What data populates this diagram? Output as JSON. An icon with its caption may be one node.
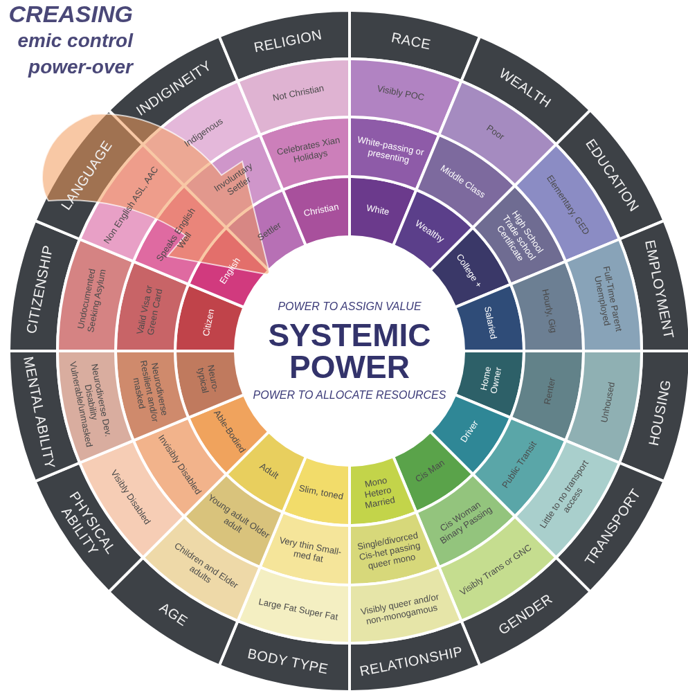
{
  "diagram": {
    "nodes": [
      {
        "text": [
          "POWER TO ASSIGN VALUE",
          "SYSTEMIC POWER",
          "POWER TO ALLOCATE RESOURCES"
        ]
      },
      {
        "text": [
          "RACE"
        ]
      },
      {
        "text": [
          "White"
        ]
      },
      {
        "text": [
          "White-passing or presenting"
        ]
      },
      {
        "text": [
          "Visibly POC"
        ]
      },
      {
        "text": [
          "WEALTH"
        ]
      },
      {
        "text": [
          "Wealthy"
        ]
      },
      {
        "text": [
          "Middle Class"
        ]
      },
      {
        "text": [
          "Poor"
        ]
      },
      {
        "text": [
          "EDUCATION"
        ]
      },
      {
        "text": [
          "College +"
        ]
      },
      {
        "text": [
          "High School Trade school Certificate"
        ]
      },
      {
        "text": [
          "Elementary, GED"
        ]
      },
      {
        "text": [
          "EMPLOYMENT"
        ]
      },
      {
        "text": [
          "Salaried"
        ]
      },
      {
        "text": [
          "Hourly, Gig"
        ]
      },
      {
        "text": [
          "Full-Time Parent Unemployed"
        ]
      },
      {
        "text": [
          "HOUSING"
        ]
      },
      {
        "text": [
          "Home Owner"
        ]
      },
      {
        "text": [
          "Renter"
        ]
      },
      {
        "text": [
          "Unhoused"
        ]
      },
      {
        "text": [
          "TRANSPORT"
        ]
      },
      {
        "text": [
          "Driver"
        ]
      },
      {
        "text": [
          "Public Transit"
        ]
      },
      {
        "text": [
          "Little to no transport access"
        ]
      },
      {
        "text": [
          "GENDER"
        ]
      },
      {
        "text": [
          "Cis Man"
        ]
      },
      {
        "text": [
          "Cis Woman Binary Passing"
        ]
      },
      {
        "text": [
          "Visibly Trans or GNC"
        ]
      },
      {
        "text": [
          "RELATIONSHIP"
        ]
      },
      {
        "text": [
          "Mono Hetero Married"
        ]
      },
      {
        "text": [
          "Single/divorced Cis-het passing queer mono"
        ]
      },
      {
        "text": [
          "Visibly queer and/or non-monogamous"
        ]
      },
      {
        "text": [
          "BODY TYPE"
        ]
      },
      {
        "text": [
          "Slim, toned"
        ]
      },
      {
        "text": [
          "Very thin Small-med fat"
        ]
      },
      {
        "text": [
          "Large Fat Super Fat"
        ]
      },
      {
        "text": [
          "AGE"
        ]
      },
      {
        "text": [
          "Adult"
        ]
      },
      {
        "text": [
          "Young adult Older adult"
        ]
      },
      {
        "text": [
          "Children and Elder adults"
        ]
      },
      {
        "text": [
          "PHYSICAL ABILITY"
        ]
      },
      {
        "text": [
          "Able-Bodied"
        ]
      },
      {
        "text": [
          "Invisibly Disabled"
        ]
      },
      {
        "text": [
          "Visibly Disabled"
        ]
      },
      {
        "text": [
          "MENTAL ABILITY"
        ]
      },
      {
        "text": [
          "Neuro-typical"
        ]
      },
      {
        "text": [
          "Neurodiverse Resilient and/or masked"
        ]
      },
      {
        "text": [
          "Neurodiverse Dev. Disability Vulnerable/unmasked"
        ]
      },
      {
        "text": [
          "CITIZENSHIP"
        ]
      },
      {
        "text": [
          "Citizen"
        ]
      },
      {
        "text": [
          "Valid Visa or Green Card"
        ]
      },
      {
        "text": [
          "Undocumented Seeking Asylum"
        ]
      },
      {
        "text": [
          "LANGUAGE"
        ]
      },
      {
        "text": [
          "English"
        ]
      },
      {
        "text": [
          "Speaks English Well"
        ]
      },
      {
        "text": [
          "Non English ASL, AAC"
        ]
      },
      {
        "text": [
          "INDIGINEITY"
        ]
      },
      {
        "text": [
          "Settler"
        ]
      },
      {
        "text": [
          "Involuntary Settler"
        ]
      },
      {
        "text": [
          "Indigenous"
        ]
      },
      {
        "text": [
          "RELIGION"
        ]
      },
      {
        "text": [
          "Christian"
        ]
      },
      {
        "text": [
          "Celebrates Xian Holidays"
        ]
      },
      {
        "text": [
          "Not Christian"
        ]
      }
    ],
    "labels": [
      "CREASING",
      "emic control",
      "power-over"
    ]
  }
}
